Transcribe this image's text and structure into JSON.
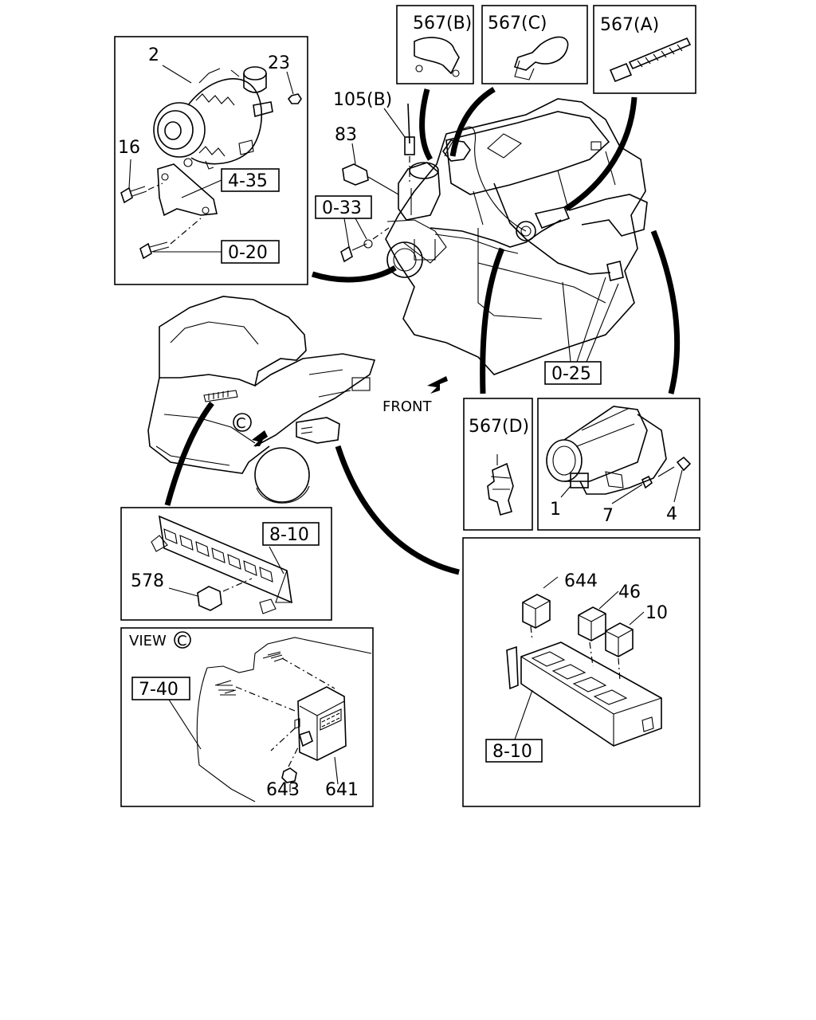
{
  "diagram": {
    "callouts": {
      "p2": "2",
      "p23": "23",
      "p16": "16",
      "r4_35": "4-35",
      "r0_20": "0-20",
      "p105b": "105(B)",
      "p83": "83",
      "r0_33": "0-33",
      "p567b": "567(B)",
      "p567c": "567(C)",
      "p567a": "567(A)",
      "r0_25": "0-25",
      "front": "FRONT",
      "p567d": "567(D)",
      "p1": "1",
      "p7": "7",
      "p4": "4",
      "r8_10_top": "8-10",
      "p578": "578",
      "view": "VIEW",
      "view_marker": "C",
      "truck_marker": "C",
      "r7_40": "7-40",
      "p643": "643",
      "p641": "641",
      "p644": "644",
      "p46": "46",
      "p10": "10",
      "r8_10_bottom": "8-10"
    }
  }
}
